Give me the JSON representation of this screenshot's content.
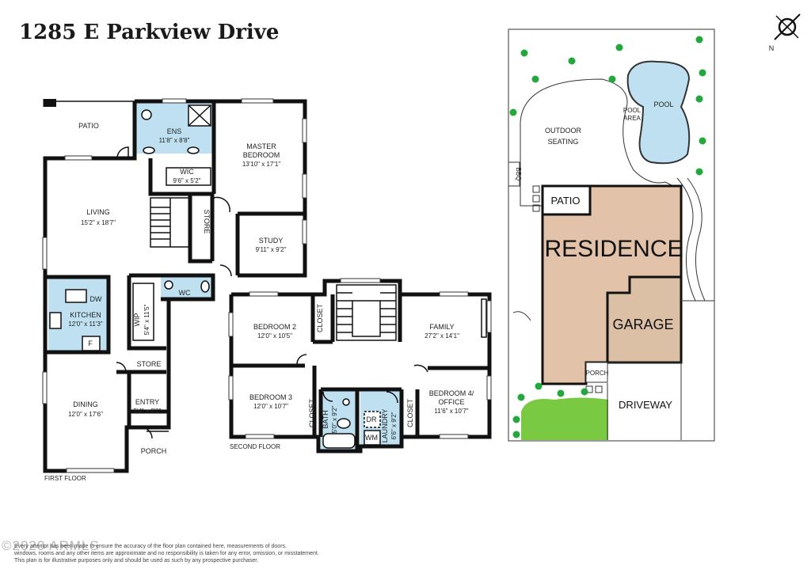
{
  "title": "1285 E Parkview Drive",
  "colors": {
    "wet_area": "#bfe0f0",
    "residence": "#e2c2a8",
    "garage": "#dcc0a6",
    "lawn": "#79c942",
    "trees": "#22a83c",
    "walls": "#111111"
  },
  "compass": {
    "north_label": "N"
  },
  "first_floor": {
    "label": "FIRST FLOOR",
    "rooms": {
      "patio": {
        "name": "PATIO"
      },
      "ens": {
        "name": "ENS",
        "dims": "11'8\" x 8'8\""
      },
      "master": {
        "name1": "MASTER",
        "name2": "BEDROOM",
        "dims": "13'10\" x 17'1\""
      },
      "wic": {
        "name": "WIC",
        "dims": "9'6\" x 5'2\""
      },
      "living": {
        "name": "LIVING",
        "dims": "15'2\" x 18'7\""
      },
      "store1": {
        "name": "STORE"
      },
      "study": {
        "name": "STUDY",
        "dims": "9'11\" x 9'2\""
      },
      "wc": {
        "name": "WC"
      },
      "dw": {
        "name": "DW"
      },
      "kitchen": {
        "name": "KITCHEN",
        "dims": "12'0\" x 11'3\""
      },
      "wip": {
        "name": "WIP",
        "dims": "5'4\" x 11'5\""
      },
      "fridge": {
        "name": "F"
      },
      "store2": {
        "name": "STORE"
      },
      "dining": {
        "name": "DINING",
        "dims": "12'0\" x 17'6\""
      },
      "entry": {
        "name": "ENTRY",
        "dims": "5'4\" x 8'0\""
      },
      "porch": {
        "name": "PORCH"
      }
    }
  },
  "second_floor": {
    "label": "SECOND FLOOR",
    "rooms": {
      "bedroom2": {
        "name": "BEDROOM 2",
        "dims": "12'0\" x 10'5\""
      },
      "closet1": {
        "name": "CLOSET"
      },
      "family": {
        "name": "FAMILY",
        "dims": "27'2\" x 14'1\""
      },
      "bedroom3": {
        "name": "BEDROOM 3",
        "dims": "12'0\" x 10'7\""
      },
      "closet2": {
        "name": "CLOSET"
      },
      "bath": {
        "name": "BATH",
        "dims": "5'0\" x 9'2\""
      },
      "dr": {
        "name": "DR"
      },
      "wm": {
        "name": "WM"
      },
      "laundry": {
        "name": "LAUNDRY",
        "dims": "6'6\" x 9'2\""
      },
      "closet3": {
        "name": "CLOSET"
      },
      "bedroom4": {
        "name1": "BEDROOM 4/",
        "name2": "OFFICE",
        "dims": "11'6\" x 10'7\""
      }
    }
  },
  "site_plan": {
    "outdoor1": "OUTDOOR",
    "outdoor2": "SEATING",
    "pool": "POOL",
    "pool_area1": "POOL",
    "pool_area2": "AREA",
    "bbq": "BBQ",
    "patio": "PATIO",
    "residence": "RESIDENCE",
    "garage": "GARAGE",
    "porch": "PORCH",
    "driveway": "DRIVEWAY"
  },
  "disclaimer": [
    "Every attempt has been made to ensure the accuracy of the floor plan contained here, measurements of doors,",
    "windows, rooms and any other items are approximate and no responsibility is taken for any error, omission, or misstatement.",
    "This plan is for illustrative purposes only and should be used as such by any prospective purchaser."
  ],
  "copyright": "©2020 ARMLS"
}
